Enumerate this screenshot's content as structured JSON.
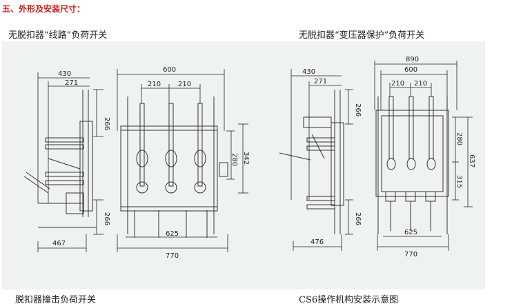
{
  "heading": "五、外形及安装尺寸：",
  "captions": {
    "top_left": "无脱扣器“线路”负荷开关",
    "top_right": "无脱扣器“变压器保护”负荷开关",
    "bottom_left": "脱扣器撞击负荷开关",
    "bottom_right": "CS6操作机构安装示意图"
  },
  "left_dims": {
    "d430": "430",
    "d271": "271",
    "d600": "600",
    "d210a": "210",
    "d210b": "210",
    "d266a": "266",
    "d280": "280",
    "d342": "342",
    "d266b": "266",
    "d625": "625",
    "d770": "770",
    "d467": "467"
  },
  "right_dims": {
    "d430": "430",
    "d271": "271",
    "d890": "890",
    "d600": "600",
    "d210a": "210",
    "d210b": "210",
    "d266a": "266",
    "d266b": "266",
    "d280": "280",
    "d637": "637",
    "d315": "315",
    "d625": "625",
    "d770": "770",
    "d476": "476"
  }
}
